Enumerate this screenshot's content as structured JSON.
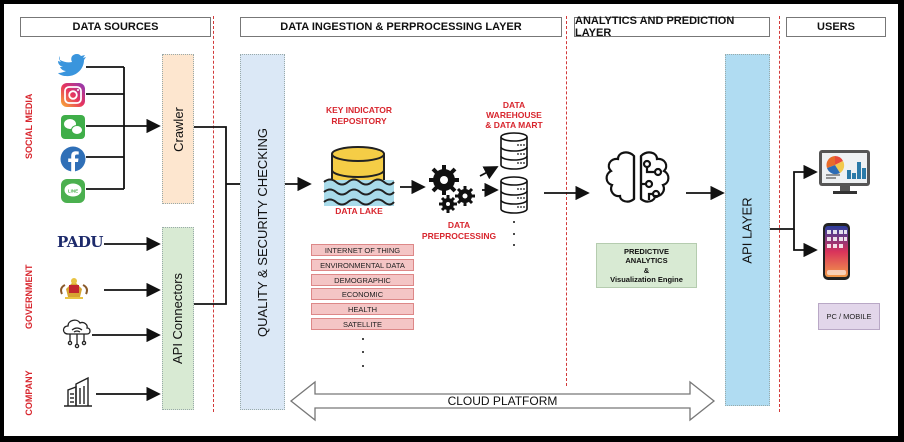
{
  "headers": {
    "data_sources": "DATA SOURCES",
    "ingestion": "DATA INGESTION & PERPROCESSING LAYER",
    "analytics": "ANALYTICS AND PREDICTION LAYER",
    "users": "USERS"
  },
  "side_labels": {
    "social_media": "SOCIAL MEDIA",
    "government": "GOVERNMENT",
    "company": "COMPANY"
  },
  "sources": {
    "social": [
      "twitter-icon",
      "instagram-icon",
      "wechat-icon",
      "facebook-icon",
      "line-icon"
    ],
    "government": [
      "padu-logo",
      "malaysia-coat-of-arms-icon",
      "cloud-network-icon"
    ],
    "company": [
      "office-building-icon"
    ],
    "padu_text": "PADU"
  },
  "boxes": {
    "crawler": "Crawler",
    "api_connectors": "API Connectors",
    "quality": "QUALITY & SECURITY CHECKING",
    "api_layer": "API LAYER",
    "predictive": [
      "PREDICTIVE",
      "ANALYTICS",
      "&",
      "Visualization Engine"
    ],
    "pc_mobile": "PC / MOBILE",
    "cloud": "CLOUD PLATFORM"
  },
  "labels": {
    "key_indicator": [
      "KEY INDICATOR",
      "REPOSITORY"
    ],
    "data_lake": "DATA LAKE",
    "data_preprocessing": [
      "DATA",
      "PREPROCESSING"
    ],
    "warehouse": [
      "DATA",
      "WAREHOUSE",
      "& DATA MART"
    ]
  },
  "lake_items": [
    "INTERNET OF THING",
    "ENVIRONMENTAL DATA",
    "DEMOGRAPHIC",
    "ECONOMIC",
    "HEALTH",
    "SATELLITE"
  ],
  "colors": {
    "accent_red": "#d8262e",
    "crawler_fill": "#fde6cf",
    "api_conn_fill": "#d8ead3",
    "quality_fill": "#dbe8f6",
    "api_layer_fill": "#b0dcf2",
    "predictive_fill": "#d8ead3",
    "pc_mobile_fill": "#e2d6ea",
    "pink_fill": "#f4c5c5"
  }
}
